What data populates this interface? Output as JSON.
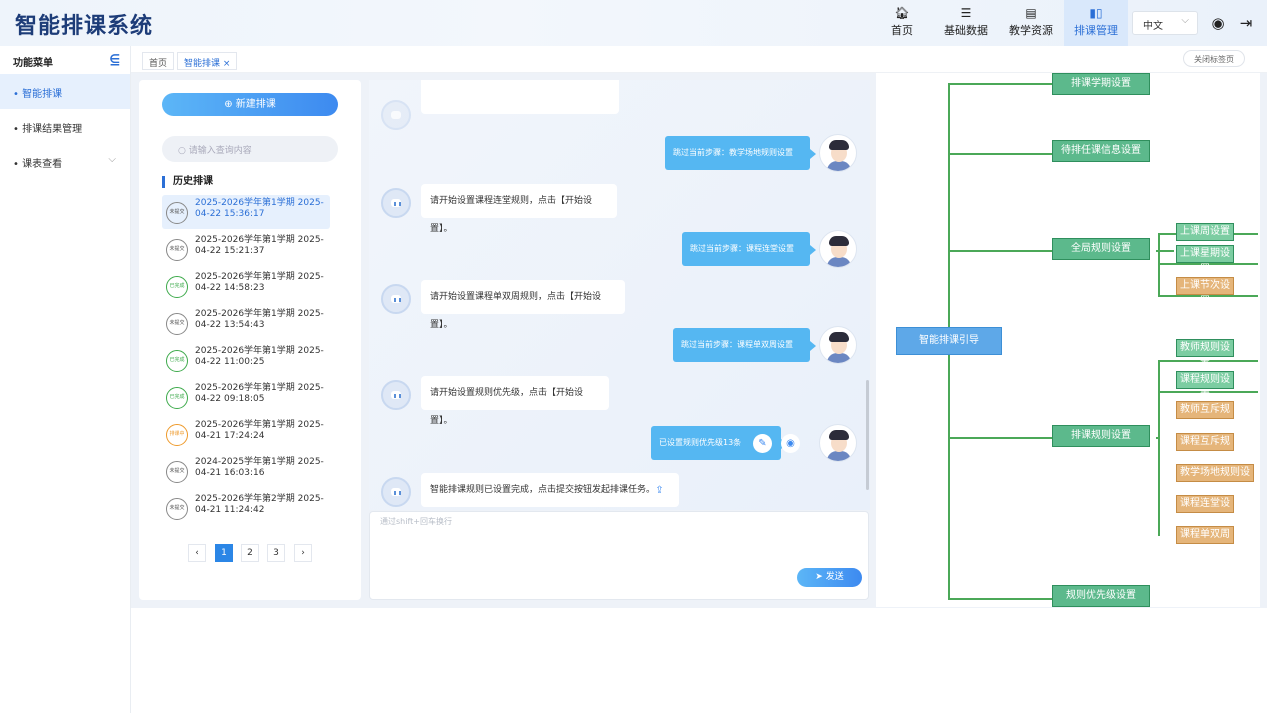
{
  "app": {
    "title": "智能排课系统"
  },
  "nav": {
    "items": [
      {
        "label": "首页",
        "icon": "home-icon"
      },
      {
        "label": "基础数据",
        "icon": "list-icon"
      },
      {
        "label": "教学资源",
        "icon": "book-icon"
      },
      {
        "label": "排课管理",
        "icon": "schedule-icon",
        "active": true
      }
    ],
    "lang": "中文"
  },
  "sidebar": {
    "title": "功能菜单",
    "items": [
      {
        "label": "• 智能排课",
        "active": true
      },
      {
        "label": "• 排课结果管理"
      },
      {
        "label": "• 课表查看"
      }
    ]
  },
  "tabs": {
    "items": [
      {
        "label": "首页"
      },
      {
        "label": "智能排课 ×"
      }
    ],
    "close_all": "关闭标签页"
  },
  "left": {
    "new_btn": "⊕ 新建排课",
    "search_placeholder": "请输入查询内容",
    "history_title": "历史排课",
    "history": [
      {
        "status": "未提交",
        "text": "2025-2026学年第1学期 2025-04-22 15:36:17",
        "selected": true
      },
      {
        "status": "未提交",
        "text": "2025-2026学年第1学期 2025-04-22 15:21:37"
      },
      {
        "status": "已完成",
        "text": "2025-2026学年第1学期 2025-04-22 14:58:23"
      },
      {
        "status": "未提交",
        "text": "2025-2026学年第1学期 2025-04-22 13:54:43"
      },
      {
        "status": "已完成",
        "text": "2025-2026学年第1学期 2025-04-22 11:00:25"
      },
      {
        "status": "已完成",
        "text": "2025-2026学年第1学期 2025-04-22 09:18:05"
      },
      {
        "status": "排课中",
        "text": "2025-2026学年第1学期 2025-04-21 17:24:24"
      },
      {
        "status": "未提交",
        "text": "2024-2025学年第1学期 2025-04-21 16:03:16"
      },
      {
        "status": "未提交",
        "text": "2025-2026学年第2学期 2025-04-21 11:24:42"
      }
    ],
    "pages": [
      "‹",
      "1",
      "2",
      "3",
      "›"
    ]
  },
  "chat": {
    "messages": [
      {
        "side": "right",
        "text": "跳过当前步骤：教学场地规则设置"
      },
      {
        "side": "left",
        "text": "请开始设置课程连堂规则，点击【开始设置】。"
      },
      {
        "side": "right",
        "text": "跳过当前步骤：课程连堂设置"
      },
      {
        "side": "left",
        "text": "请开始设置课程单双周规则，点击【开始设置】。"
      },
      {
        "side": "right",
        "text": "跳过当前步骤：课程单双周设置"
      },
      {
        "side": "left",
        "text": "请开始设置规则优先级，点击【开始设置】。"
      },
      {
        "side": "right",
        "text": "已设置规则优先级13条"
      },
      {
        "side": "left",
        "text": "智能排课规则已设置完成，点击提交按钮发起排课任务。"
      }
    ],
    "input_placeholder": "通过shift+回车换行",
    "send": "发送"
  },
  "mindmap": {
    "root": "智能排课引导",
    "branches": [
      {
        "label": "排课学期设置"
      },
      {
        "label": "待排任课信息设置"
      },
      {
        "label": "全局规则设置",
        "children": [
          "上课周设置",
          "上课星期设置",
          "上课节次设置"
        ]
      },
      {
        "label": "排课规则设置",
        "children": [
          "教师规则设置",
          "课程规则设置",
          "教师互斥规则",
          "课程互斥规则",
          "教学场地规则设置",
          "课程连堂设置",
          "课程单双周设置"
        ]
      },
      {
        "label": "规则优先级设置"
      }
    ]
  }
}
